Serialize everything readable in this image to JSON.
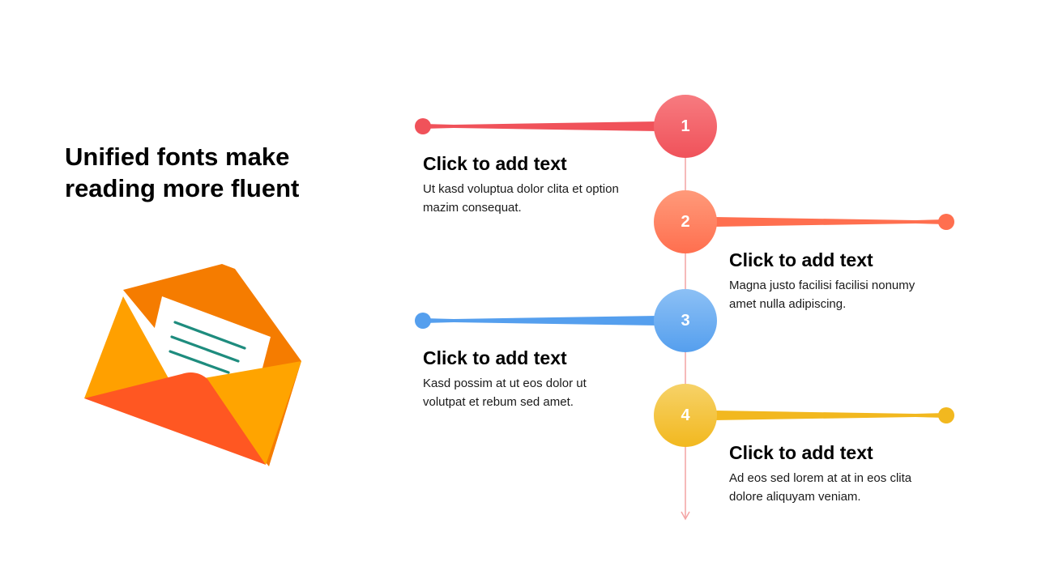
{
  "title": {
    "line1": "Unified fonts make",
    "line2": "reading more fluent"
  },
  "illustration": {
    "icon": "open-envelope-letter-icon",
    "colors": {
      "back": "#F57C00",
      "left_flap": "#FFA000",
      "front": "#FF5722",
      "right_flap": "#FFA400",
      "letter": "#FFFFFF",
      "lines": "#1E8C7E"
    }
  },
  "timeline": {
    "axis_color": "#F4A4A4",
    "steps": [
      {
        "number": "1",
        "heading": "Click to add text",
        "desc_line1": "Ut kasd voluptua dolor clita et option",
        "desc_line2": "mazim consequat.",
        "color": "#F0525A",
        "color_light": "#F77B80"
      },
      {
        "number": "2",
        "heading": "Click to add text",
        "desc_line1": "Magna justo facilisi facilisi nonumy",
        "desc_line2": "amet nulla adipiscing.",
        "color": "#FF6F4F",
        "color_light": "#FF9A7A"
      },
      {
        "number": "3",
        "heading": "Click to add text",
        "desc_line1": "Kasd possim at ut eos dolor ut",
        "desc_line2": "volutpat et rebum sed amet.",
        "color": "#559FEE",
        "color_light": "#8CC0F5"
      },
      {
        "number": "4",
        "heading": "Click to add text",
        "desc_line1": "Ad eos sed lorem at at in eos clita",
        "desc_line2": "dolore aliquyam veniam.",
        "color": "#F2B81F",
        "color_light": "#F6D268"
      }
    ]
  }
}
